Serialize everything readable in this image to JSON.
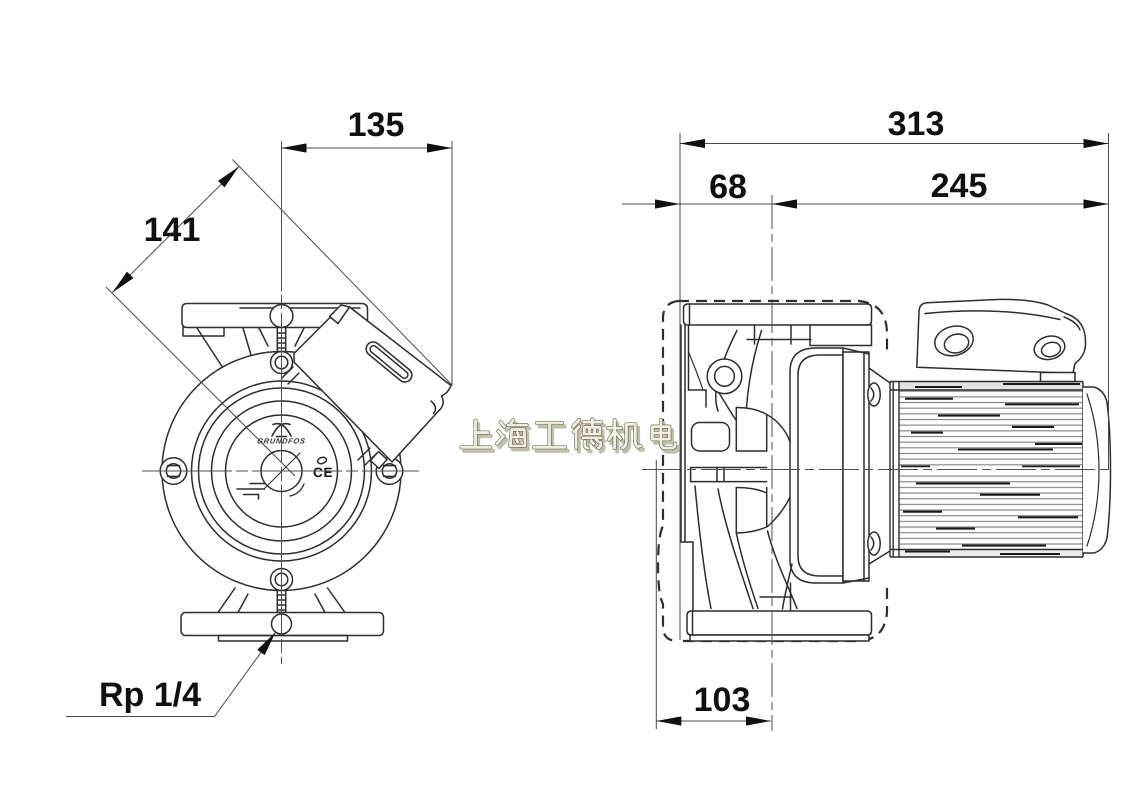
{
  "drawing": {
    "title": "pump-dimension-drawing",
    "views": {
      "front": {
        "name": "front-view"
      },
      "side": {
        "name": "side-view"
      }
    },
    "dimensions": {
      "width_box": "135",
      "diagonal_box": "141",
      "port_thread": "Rp 1/4",
      "total_length": "313",
      "flange_to_center": "68",
      "center_to_motor_end": "245",
      "flange_depth": "103"
    },
    "markings": {
      "brand": "GRUNDFOS",
      "ce_mark": "CE"
    },
    "watermark": {
      "text": "上海工德机电",
      "fill_color": "#f1ede0",
      "outline_color": "#55523f"
    }
  }
}
